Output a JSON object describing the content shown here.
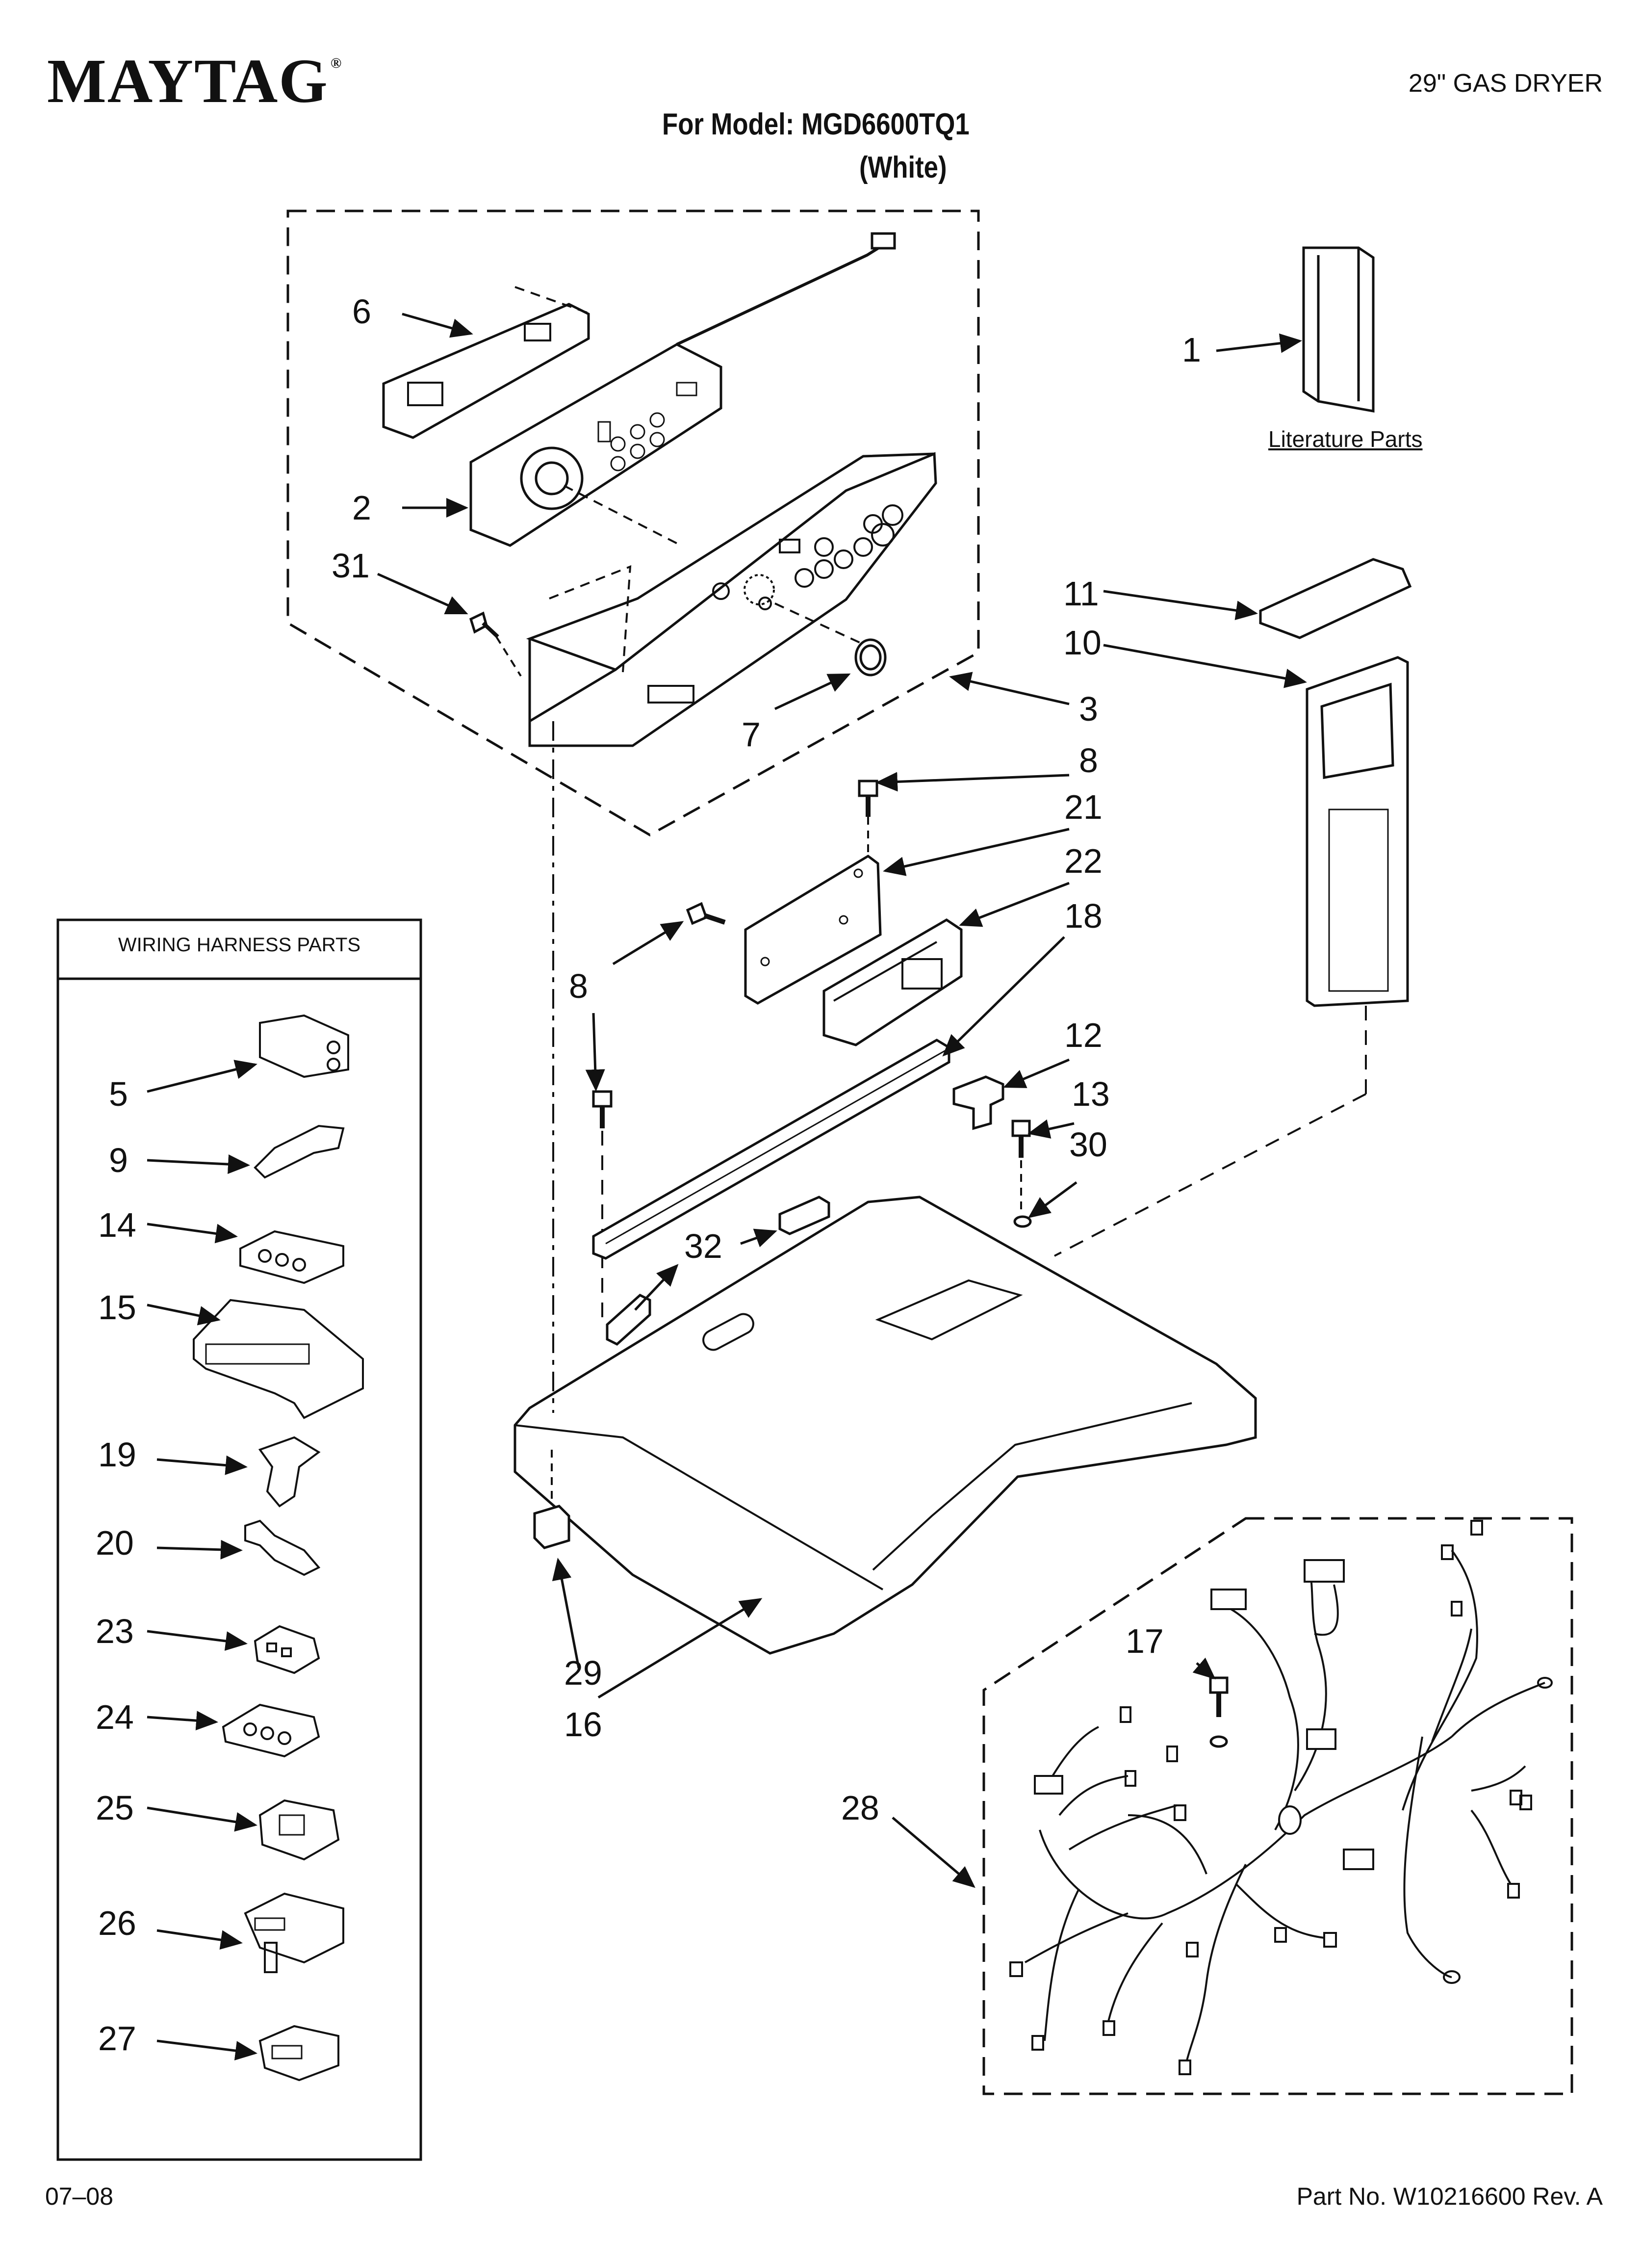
{
  "header": {
    "brand": "MAYTAG",
    "brand_mark": "®",
    "product": "29\" GAS DRYER",
    "model_line": "For Model: MGD6600TQ1",
    "variant": "(White)"
  },
  "literature_label": "Literature Parts",
  "wiring_box_title": "WIRING HARNESS PARTS",
  "callouts": {
    "c1": "1",
    "c2": "2",
    "c3": "3",
    "c5": "5",
    "c6": "6",
    "c7": "7",
    "c8a": "8",
    "c8b": "8",
    "c9": "9",
    "c10": "10",
    "c11": "11",
    "c12": "12",
    "c13": "13",
    "c14": "14",
    "c15": "15",
    "c16": "16",
    "c17": "17",
    "c18": "18",
    "c19": "19",
    "c20": "20",
    "c21": "21",
    "c22": "22",
    "c23": "23",
    "c24": "24",
    "c25": "25",
    "c26": "26",
    "c27": "27",
    "c28": "28",
    "c29": "29",
    "c30": "30",
    "c31": "31",
    "c32": "32"
  },
  "footer": {
    "date": "07–08",
    "part_number": "Part No. W10216600 Rev. A"
  }
}
